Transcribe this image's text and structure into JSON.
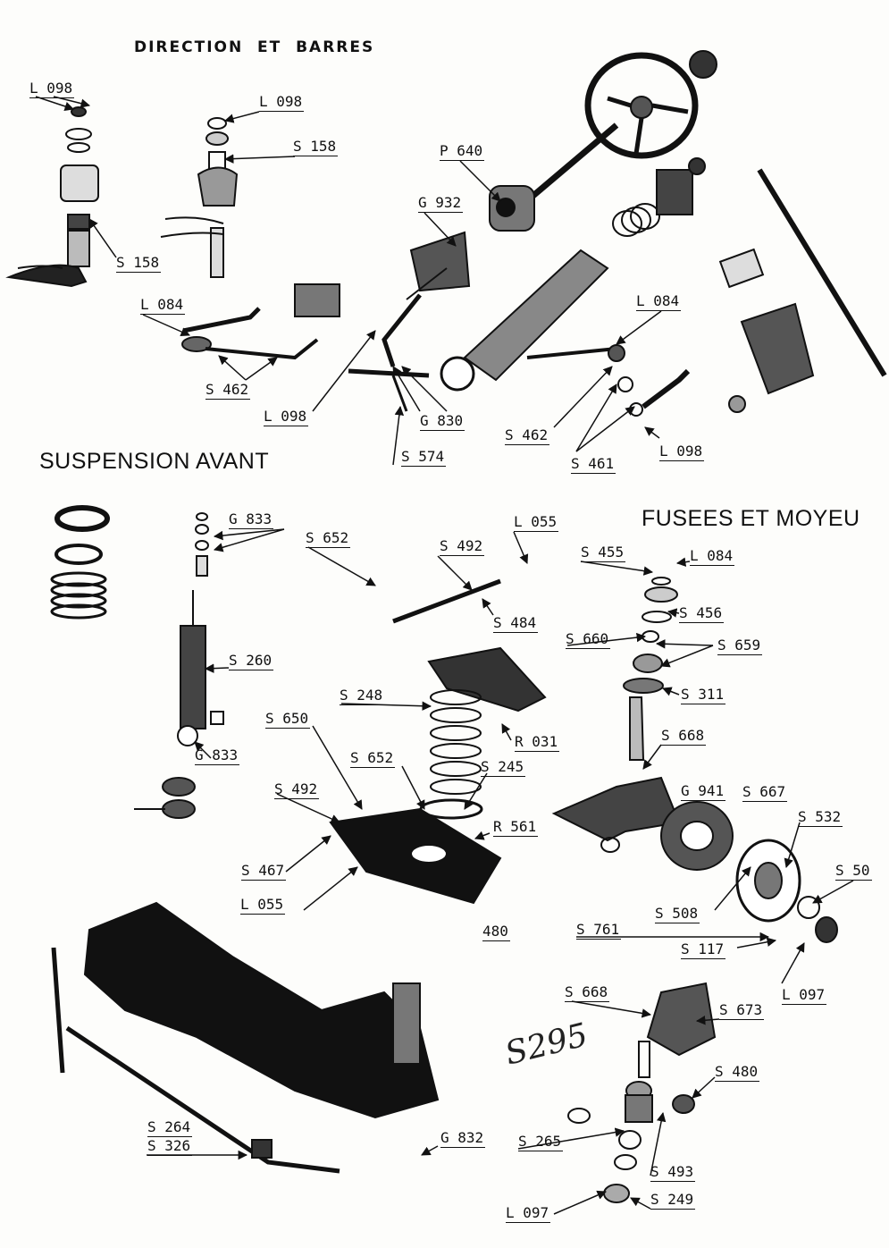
{
  "sections": {
    "steering": "DIRECTION  ET  BARRES",
    "front_suspension": "SUSPENSION AVANT",
    "stub_axles": "FUSEES ET MOYEU"
  },
  "handwritten_note": "S295",
  "labels": {
    "l098_a": "L 098",
    "l098_b": "L 098",
    "s158_a": "S 158",
    "s158_b": "S 158",
    "p640": "P 640",
    "g932": "G 932",
    "l084_a": "L 084",
    "l084_b": "L 084",
    "s462_a": "S 462",
    "l098_c": "L 098",
    "g830": "G 830",
    "s462_b": "S 462",
    "s574": "S 574",
    "s461": "S 461",
    "l098_d": "L 098",
    "g833_a": "G 833",
    "s652_a": "S 652",
    "l055_a": "L 055",
    "s492_a": "S 492",
    "s484": "S 484",
    "s455": "S 455",
    "l084_c": "L 084",
    "s456": "S 456",
    "s660": "S 660",
    "s659": "S 659",
    "s260": "S 260",
    "s248": "S 248",
    "s311": "S 311",
    "s650": "S 650",
    "r031": "R 031",
    "s668_a": "S 668",
    "g833_b": "G 833",
    "s652_b": "S 652",
    "s245": "S 245",
    "g941": "G 941",
    "s667": "S 667",
    "s492_b": "S 492",
    "s532": "S 532",
    "r561": "R 561",
    "s467": "S 467",
    "s50x": "S 50",
    "l055_b": "L 055",
    "s508": "S 508",
    "s480_a": "480",
    "s761": "S 761",
    "s117": "S 117",
    "l097_a": "L 097",
    "s668_b": "S 668",
    "s673": "S 673",
    "s480_b": "S 480",
    "s264": "S 264",
    "s326": "S 326",
    "g832": "G 832",
    "s265": "S 265",
    "s493": "S 493",
    "l097_b": "L 097",
    "s249": "S 249"
  }
}
